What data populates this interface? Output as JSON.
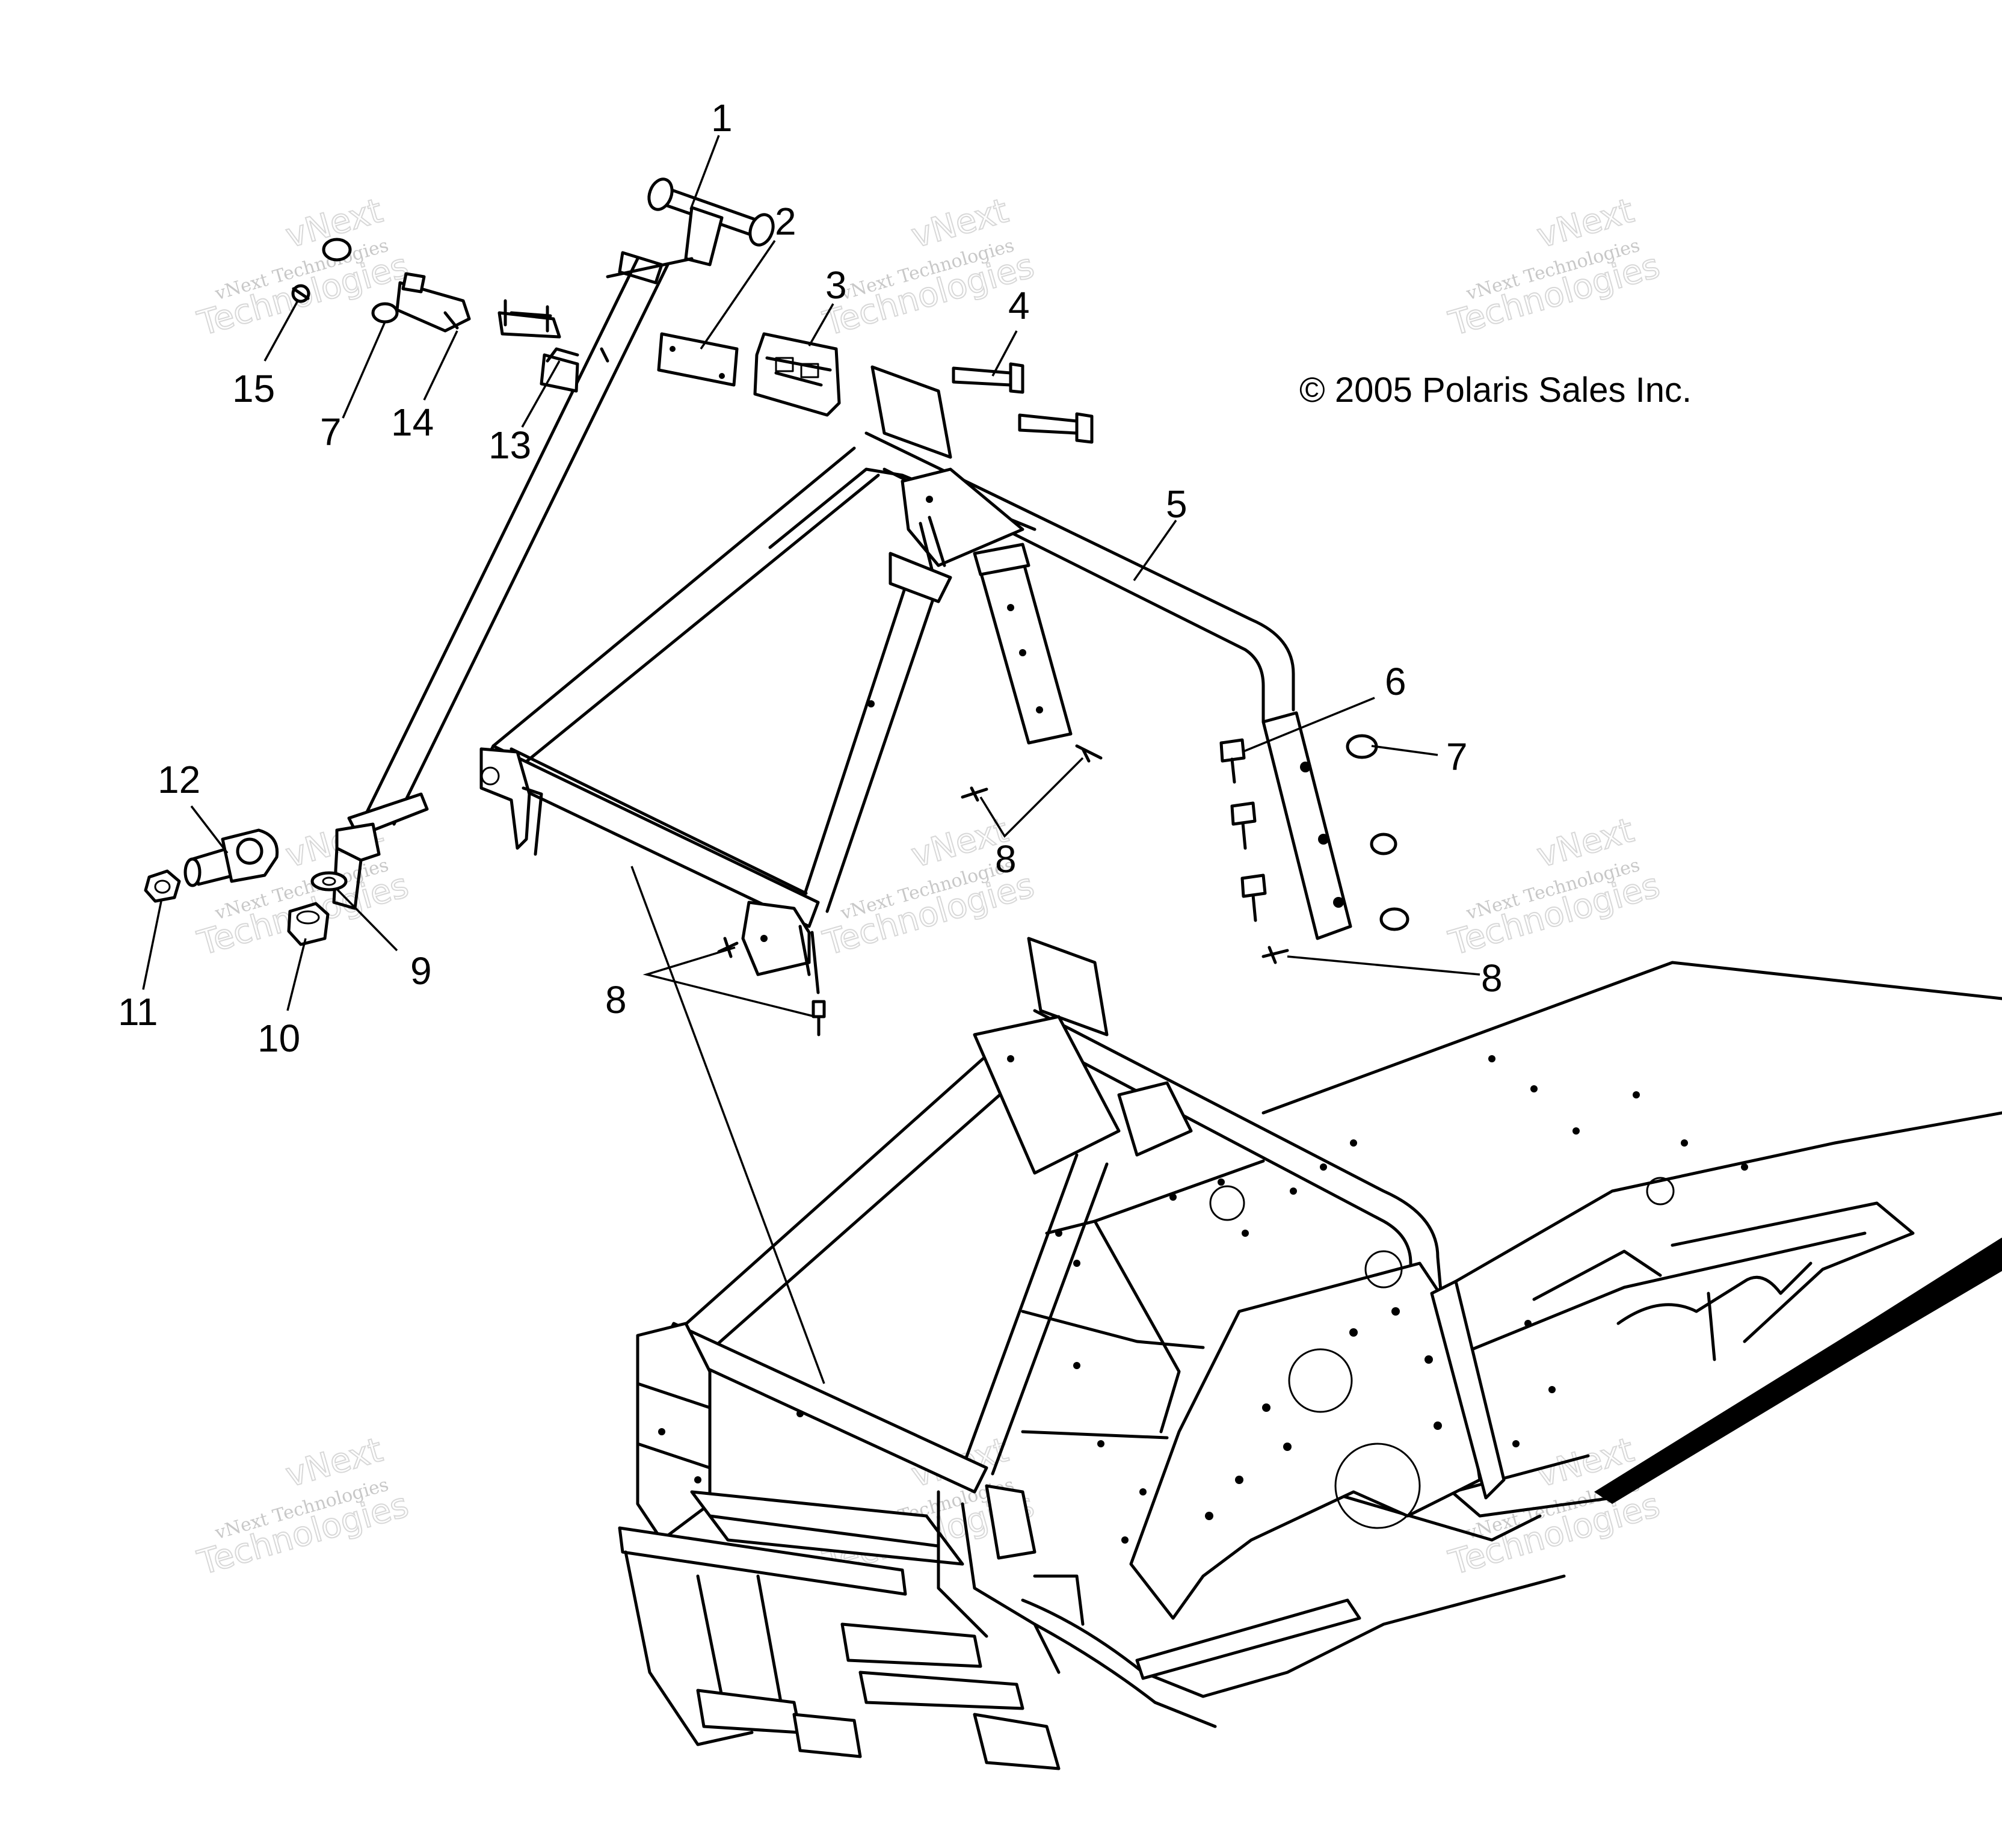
{
  "copyright": "© 2005 Polaris Sales Inc.",
  "watermark": {
    "line1": "vNext",
    "line2": "vNext Technologies",
    "line3": "Technologies"
  },
  "callouts": [
    "1",
    "2",
    "3",
    "4",
    "5",
    "6",
    "7",
    "7",
    "8",
    "8",
    "8",
    "9",
    "10",
    "11",
    "12",
    "13",
    "14",
    "15"
  ]
}
